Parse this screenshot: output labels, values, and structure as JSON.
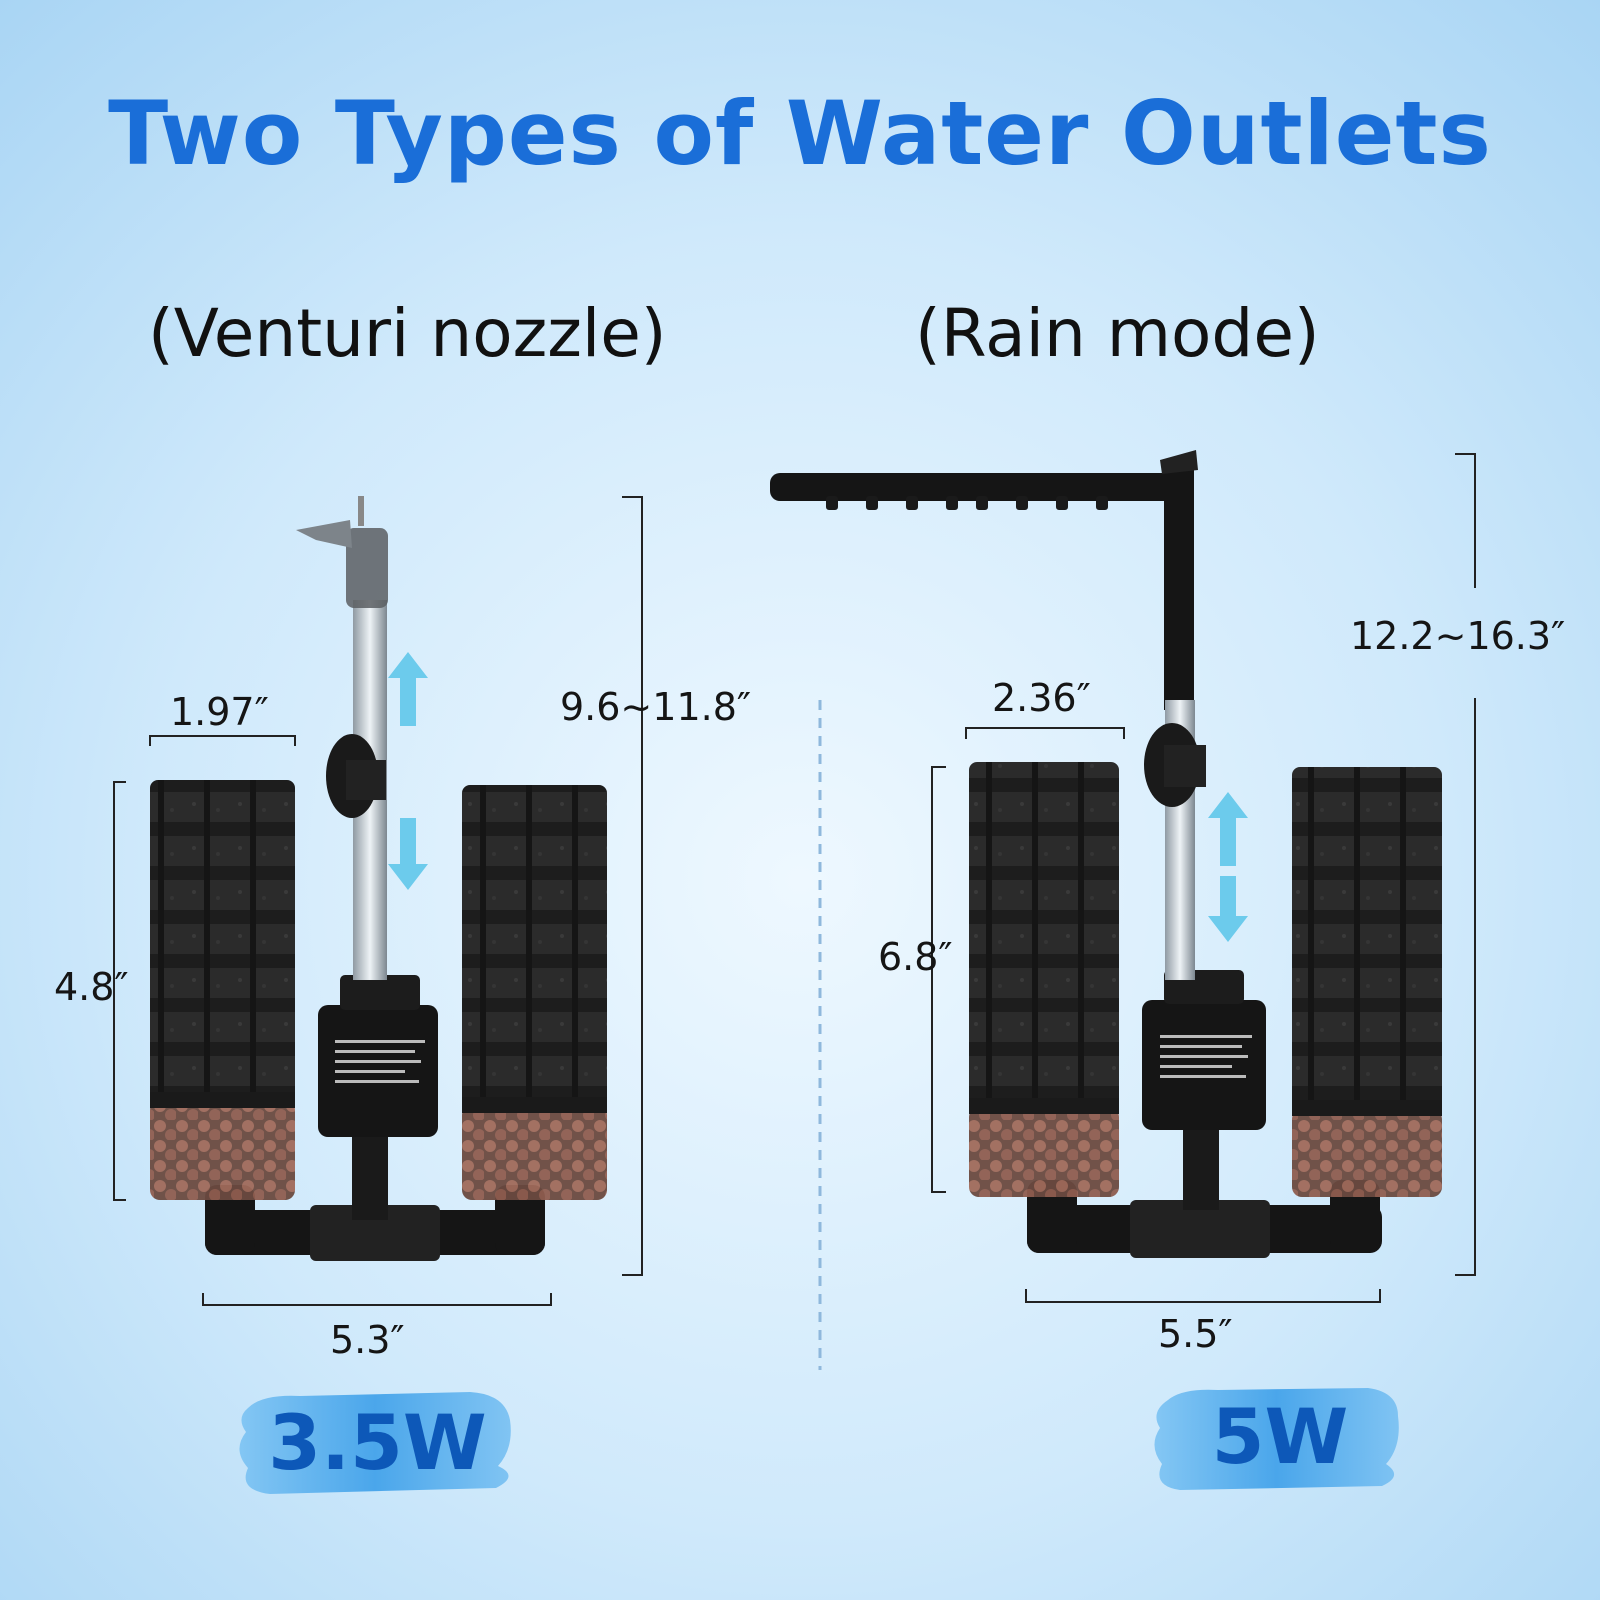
{
  "title": "Two Types of Water Outlets",
  "left": {
    "subtitle": "(Venturi nozzle)",
    "dims": {
      "sponge_width": "1.97″",
      "sponge_height": "4.8″",
      "total_height": "9.6~11.8″",
      "base_width": "5.3″"
    },
    "power": "3.5W"
  },
  "right": {
    "subtitle": "(Rain mode)",
    "dims": {
      "sponge_width": "2.36″",
      "sponge_height": "6.8″",
      "total_height": "12.2~16.3″",
      "base_width": "5.5″"
    },
    "power": "5W"
  },
  "colors": {
    "title": "#1a6ed8",
    "badge_bg": "#4aa8ee",
    "badge_text": "#0d58b8",
    "product": "#1b1b1b",
    "arrow": "#5fc6ea"
  },
  "icons": [
    "arrow-up-icon",
    "arrow-down-icon"
  ]
}
